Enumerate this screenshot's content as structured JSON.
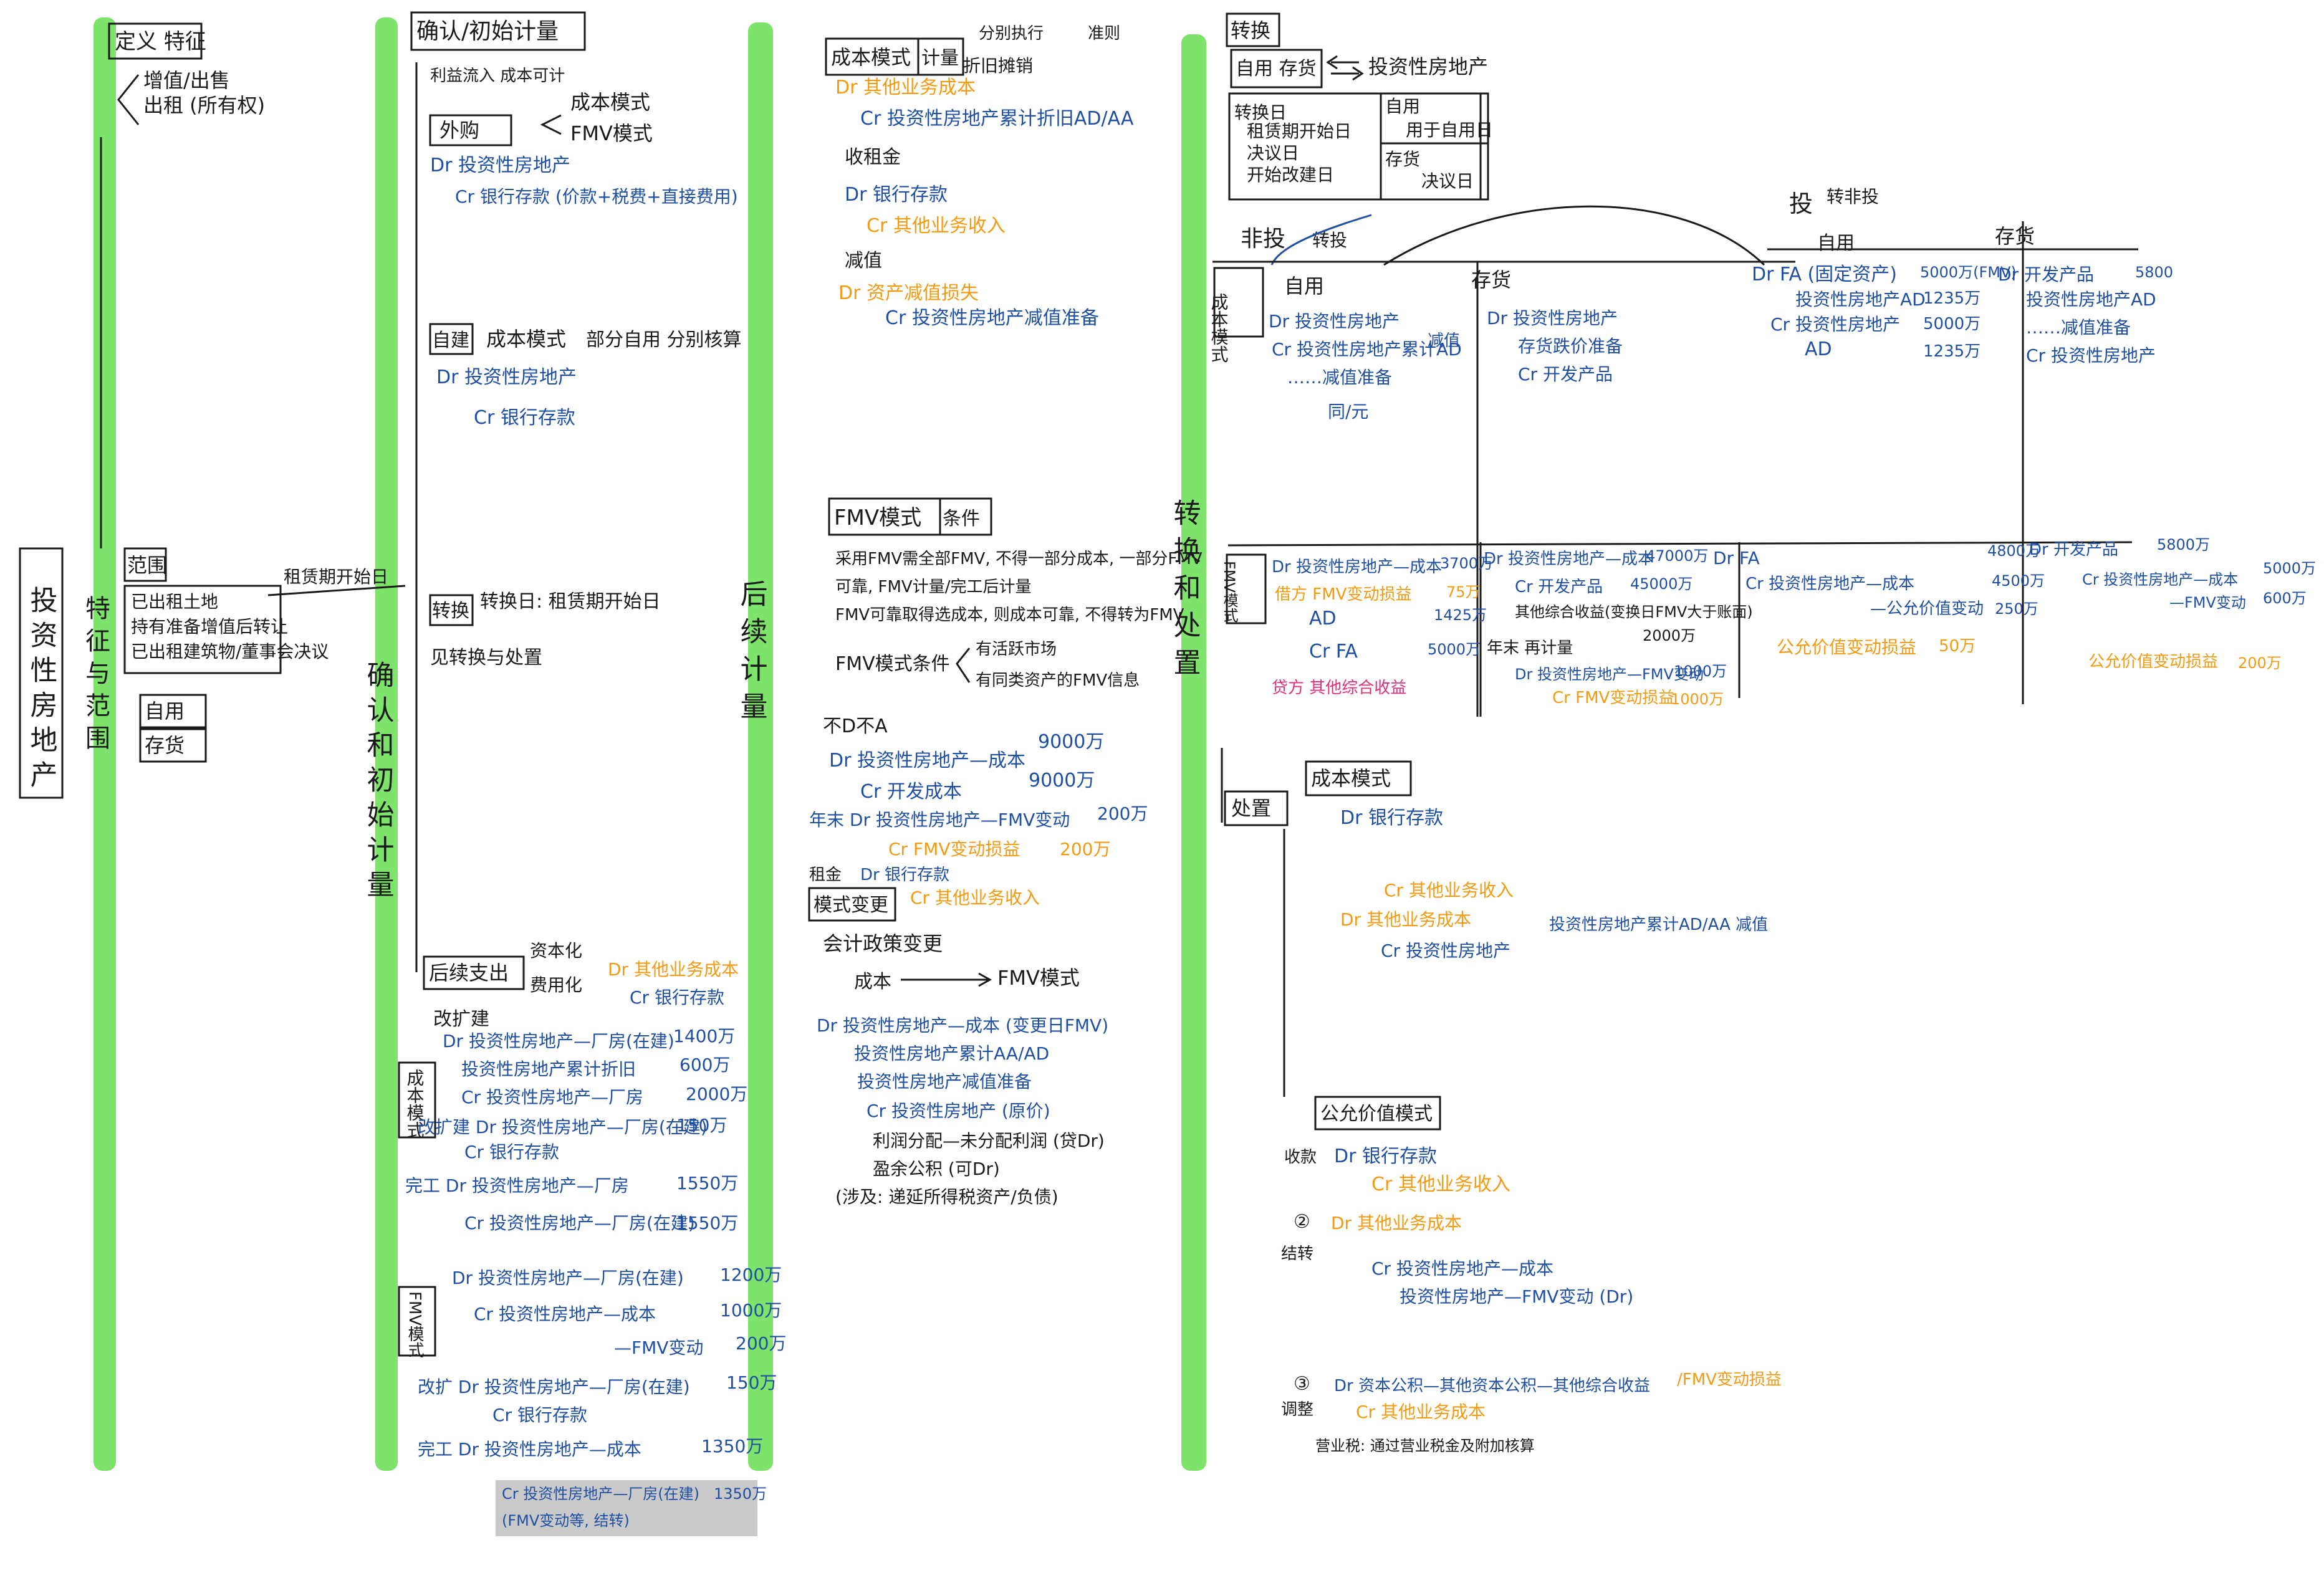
{
  "colors": {
    "ink": "#1a1a1a",
    "blue": "#1f4fa3",
    "orange": "#f29a12",
    "pink": "#e0307a",
    "highlight": "#7ee36a"
  },
  "spines": {
    "col1": "投资性房地产",
    "col1b": "特征与范围",
    "col2": "确认和初始计量",
    "col3": "后续计量",
    "col4": "转换和处置"
  },
  "col1": {
    "def_box": "定义 特征",
    "def_1": "增值/出售",
    "def_2": "出租 (所有权)",
    "range_box": "范围",
    "range_1": "已出租土地",
    "range_2": "持有准备增值后转让",
    "range_3": "已出租建筑物/董事会决议",
    "range_note": "租赁期开始日",
    "self_box": "自用",
    "inv_box": "存货"
  },
  "col2": {
    "title_box": "确认/初始计量",
    "cond": "利益流入 成本可计",
    "buy_box": "外购",
    "cost_mode": "成本模式",
    "fmv_mode": "FMV模式",
    "buy_dr": "Dr 投资性房地产",
    "buy_cr": "Cr 银行存款 (价款+税费+直接费用)",
    "self_box": "自建",
    "self_cost": "成本模式",
    "self_parts": "部分自用 分别核算",
    "self_dr": "Dr 投资性房地产",
    "self_cr": "Cr 银行存款",
    "conv_box": "转换",
    "conv_1": "转换日: 租赁期开始日",
    "conv_2": "见转换与处置",
    "sub_box": "后续支出",
    "sub_cap": "资本化",
    "sub_exp": "费用化",
    "sub_exp_dr": "Dr 其他业务成本",
    "sub_exp_cr": "Cr 银行存款",
    "sub_improve": "改扩建",
    "sub_cost_box": "成本模式",
    "sub_r1": "Dr 投资性房地产—厂房(在建)",
    "sub_r1v": "1400万",
    "sub_r2": "投资性房地产累计折旧",
    "sub_r2v": "600万",
    "sub_r3": "Cr 投资性房地产—厂房",
    "sub_r3v": "2000万",
    "sub_r4": "改扩建 Dr 投资性房地产—厂房(在建)",
    "sub_r4v": "150万",
    "sub_r5": "Cr 银行存款",
    "sub_r6": "完工 Dr 投资性房地产—厂房",
    "sub_r6v": "1550万",
    "sub_r7": "Cr 投资性房地产—厂房(在建)",
    "sub_r7v": "1550万",
    "fmv_box": "FMV模式",
    "fmv_r1": "Dr 投资性房地产—厂房(在建)",
    "fmv_r1v": "1200万",
    "fmv_r2": "Cr 投资性房地产—成本",
    "fmv_r2v": "1000万",
    "fmv_r3": "—FMV变动",
    "fmv_r3v": "200万",
    "fmv_r4": "改扩 Dr 投资性房地产—厂房(在建)",
    "fmv_r4v": "150万",
    "fmv_r5": "Cr 银行存款",
    "fmv_r6": "完工 Dr 投资性房地产—成本",
    "fmv_r6v": "1350万",
    "fmv_r7": "Cr 投资性房地产—厂房(在建)",
    "fmv_r7v": "1350万",
    "fmv_r8": "(FMV变动等, 结转)"
  },
  "col3": {
    "header_note_a": "分别执行",
    "header_note_b": "准则",
    "cost_box": "成本模式",
    "cost_box2": "计量",
    "cost_1": "折旧摊销",
    "cost_dr1": "Dr 其他业务成本",
    "cost_cr1": "Cr 投资性房地产累计折旧AD/AA",
    "cost_rent": "收租金",
    "cost_dr2": "Dr 银行存款",
    "cost_cr2": "Cr 其他业务收入",
    "cost_imp": "减值",
    "cost_dr3": "Dr 资产减值损失",
    "cost_cr3": "Cr 投资性房地产减值准备",
    "fmv_box": "FMV模式",
    "fmv_box2": "条件",
    "fmv_1": "采用FMV需全部FMV, 不得一部分成本, 一部分FMV",
    "fmv_2": "可靠, FMV计量/完工后计量",
    "fmv_3": "FMV可靠取得选成本, 则成本可靠, 不得转为FMV",
    "fmv_cond": "FMV模式条件",
    "fmv_cond1": "有活跃市场",
    "fmv_cond2": "有同类资产的FMV信息",
    "no_d": "不D不A",
    "fmv_dr1": "Dr 投资性房地产—成本",
    "fmv_dr1v": "9000万",
    "fmv_cr1": "Cr 开发成本",
    "fmv_cr1v": "9000万",
    "fmv_year": "年末 Dr 投资性房地产—FMV变动",
    "fmv_yearv": "200万",
    "fmv_year_cr": "Cr FMV变动损益",
    "fmv_year_crv": "200万",
    "rent_a": "租金",
    "rent_dr": "Dr 银行存款",
    "rent_cr": "Cr 其他业务收入",
    "change_box": "模式变更",
    "change_1": "会计政策变更",
    "change_cost": "成本",
    "change_fmv": "FMV模式",
    "ch_r1": "Dr 投资性房地产—成本 (变更日FMV)",
    "ch_r2": "投资性房地产累计AA/AD",
    "ch_r3": "投资性房地产减值准备",
    "ch_r4": "Cr 投资性房地产 (原价)",
    "ch_r5": "利润分配—未分配利润 (贷Dr)",
    "ch_r6": "盈余公积 (可Dr)",
    "ch_r7": "(涉及: 递延所得税资产/负债)"
  },
  "col4": {
    "conv_box": "转换",
    "self_box": "自用 存货",
    "arrow_label": "投资性房地产",
    "date_lbl": "转换日",
    "date_1": "租赁期开始日",
    "date_2": "决议日",
    "date_3": "开始改建日",
    "left_1": "自用",
    "left_2": "用于自用日",
    "right_1": "存货",
    "right_2": "决议日",
    "non_inv": "非投",
    "to_inv": "转投",
    "inv": "投",
    "to_non": "转非投",
    "self_col": "自用",
    "stock_col": "存货",
    "cost_box": "成本模式",
    "c_self1": "Dr 投资性房地产",
    "c_self2": "Cr 投资性房地产累计AD",
    "c_self3": "……减值准备",
    "c_self4": "同/元",
    "c_self_note": "减值",
    "c_stock1": "Dr 投资性房地产",
    "c_stock2": "存货跌价准备",
    "c_stock3": "Cr 开发产品",
    "r_self1": "Dr FA (固定资产)",
    "r_self1v": "5000万(FMV)",
    "r_self2": "投资性房地产AD",
    "r_self2v": "1235万",
    "r_self3": "Cr 投资性房地产",
    "r_self3v": "5000万",
    "r_self4": "AD",
    "r_self4v": "1235万",
    "r_stock1": "Dr 开发产品",
    "r_stock1v": "5800",
    "r_stock2": "投资性房地产AD",
    "r_stock3": "……减值准备",
    "r_stock4": "Cr 投资性房地产",
    "fmv_box": "FMV模式",
    "f1_1": "Dr 投资性房地产—成本",
    "f1_1v": "3700万",
    "f1_2": "借方 FMV变动损益",
    "f1_2v": "75万",
    "f1_3": "AD",
    "f1_3v": "1425万",
    "f1_4": "Cr FA",
    "f1_4v": "5000万",
    "f1_5": "贷方 其他综合收益",
    "f2_1": "Dr 投资性房地产—成本",
    "f2_1v": "47000万",
    "f2_2": "Cr 开发产品",
    "f2_2v": "45000万",
    "f2_3": "其他综合收益(变换日FMV大于账面)",
    "f2_3v": "2000万",
    "f2_4": "年末 再计量",
    "f2_5": "Dr 投资性房地产—FMV变动",
    "f2_5v": "1000万",
    "f2_6": "Cr FMV变动损益",
    "f2_6v": "1000万",
    "f3_1": "Dr FA",
    "f3_1v": "4800万",
    "f3_2": "Cr 投资性房地产—成本",
    "f3_2v": "4500万",
    "f3_3": "—公允价值变动",
    "f3_3v": "250万",
    "f3_4": "公允价值变动损益",
    "f3_4v": "50万",
    "f4_1": "Dr 开发产品",
    "f4_1v": "5800万",
    "f4_2": "Cr 投资性房地产—成本",
    "f4_2v": "5000万",
    "f4_3": "—FMV变动",
    "f4_3v": "600万",
    "f4_4": "公允价值变动损益",
    "f4_4v": "200万",
    "disp_box": "处置",
    "disp_cost_box": "成本模式",
    "d_1": "Dr 银行存款",
    "d_2": "Cr 其他业务收入",
    "d_3": "Dr 其他业务成本",
    "d_4": "投资性房地产累计AD/AA 减值",
    "d_5": "Cr 投资性房地产",
    "disp_fmv_box": "公允价值模式",
    "df_1": "收款",
    "df_2": "Dr 银行存款",
    "df_3": "Cr 其他业务收入",
    "df_4": "②",
    "df_5": "结转",
    "df_6": "Dr 其他业务成本",
    "df_7": "Cr 投资性房地产—成本",
    "df_8": "投资性房地产—FMV变动 (Dr)",
    "df_9": "③",
    "df_10": "调整",
    "df_11": "Dr 资本公积—其他资本公积—其他综合收益",
    "df_12": "/FMV变动损益",
    "df_13": "Cr 其他业务成本",
    "tax_note": "营业税: 通过营业税金及附加核算"
  }
}
